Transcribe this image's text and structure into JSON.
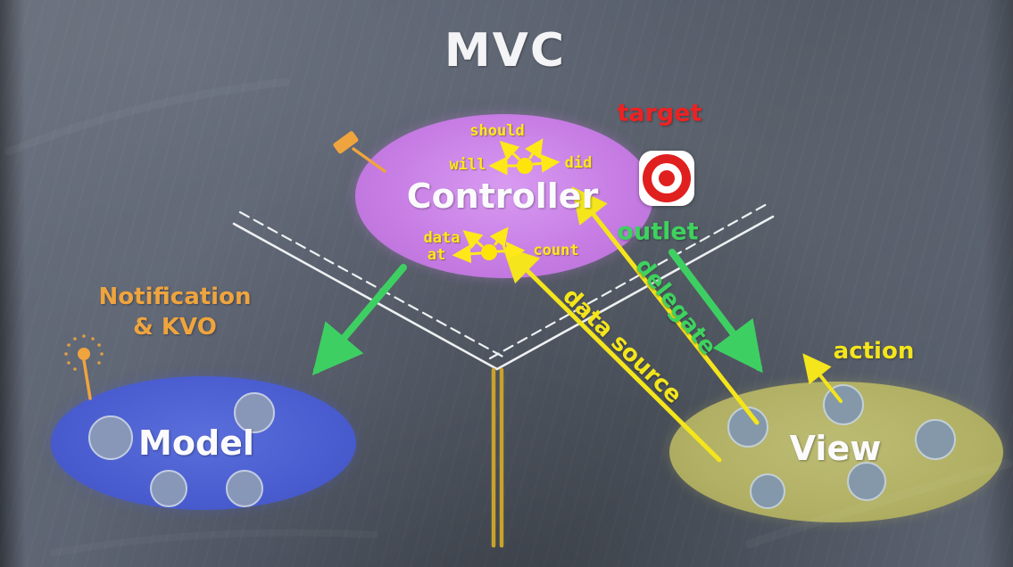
{
  "title": "MVC",
  "nodes": {
    "controller": {
      "label": "Controller",
      "color": "#c77de4"
    },
    "model": {
      "label": "Model",
      "color": "#4a5dd0"
    },
    "view": {
      "label": "View",
      "color": "#b1b064"
    }
  },
  "hub1": {
    "should": "should",
    "will": "will",
    "did": "did"
  },
  "hub2": {
    "data": "data",
    "at": "at",
    "count": "count"
  },
  "annotations": {
    "target": "target",
    "outlet": "outlet",
    "delegate": "delegate",
    "data_source": "data source",
    "action": "action",
    "notification_line1": "Notification",
    "notification_line2": "& KVO"
  },
  "icons": {
    "bullseye": "target-icon",
    "pin": "notification-pin-icon",
    "marker": "controller-pin-icon"
  },
  "colors": {
    "board": "#5a6170",
    "target_red": "#e01f1f",
    "green": "#3ed25f",
    "yellow": "#f4e51c",
    "orange": "#efa43e",
    "chalk_white": "#f2f3f5",
    "divider_gold": "#c9a22b"
  }
}
